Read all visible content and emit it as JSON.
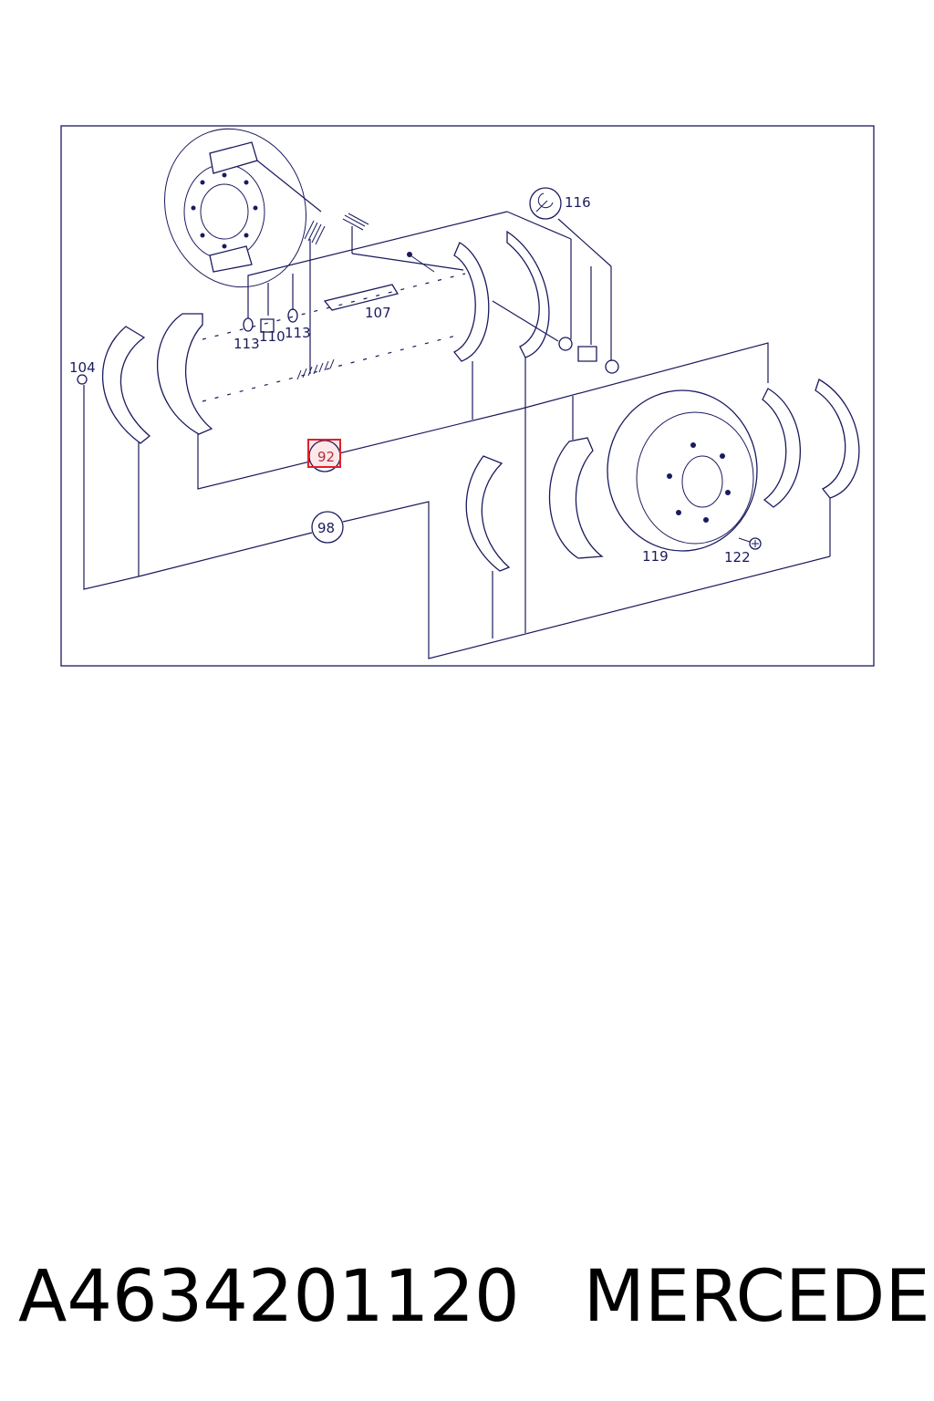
{
  "diagram": {
    "callouts": {
      "c116": "116",
      "c107": "107",
      "c113a": "113",
      "c110": "110",
      "c113b": "113",
      "c104": "104",
      "c92": "92",
      "c98": "98",
      "c119": "119",
      "c122": "122"
    },
    "highlight_color": "#e0202a",
    "line_color": "#1a1a5e"
  },
  "caption": {
    "part_number": "A4634201120",
    "brand": "MERCEDES"
  }
}
